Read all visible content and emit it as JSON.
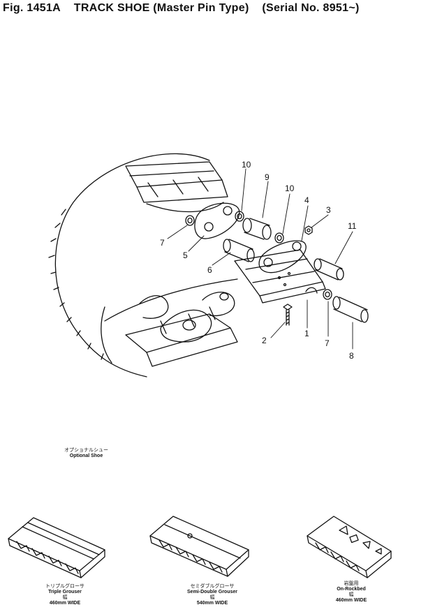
{
  "header": {
    "fig": "Fig. 1451A",
    "title": "TRACK SHOE (Master Pin Type)",
    "serial": "(Serial No. 8951~)"
  },
  "callouts": {
    "c1": "1",
    "c2": "2",
    "c3": "3",
    "c4": "4",
    "c5": "5",
    "c6": "6",
    "c7a": "7",
    "c7b": "7",
    "c8": "8",
    "c9": "9",
    "c10a": "10",
    "c10b": "10",
    "c11": "11"
  },
  "optional_shoe": {
    "jp": "オプショナルシュー",
    "en": "Optional Shoe"
  },
  "shoes": [
    {
      "jp": "トリプルグローサ",
      "en": "Triple Grouser",
      "width_jp": "幅",
      "width": "460mm WIDE"
    },
    {
      "jp": "セミダブルグローサ",
      "en": "Semi-Double Grouser",
      "width_jp": "幅",
      "width": "540mm WIDE"
    },
    {
      "jp": "岩盤用",
      "en": "On-Rockbed",
      "width_jp": "幅",
      "width": "460mm WIDE"
    }
  ]
}
